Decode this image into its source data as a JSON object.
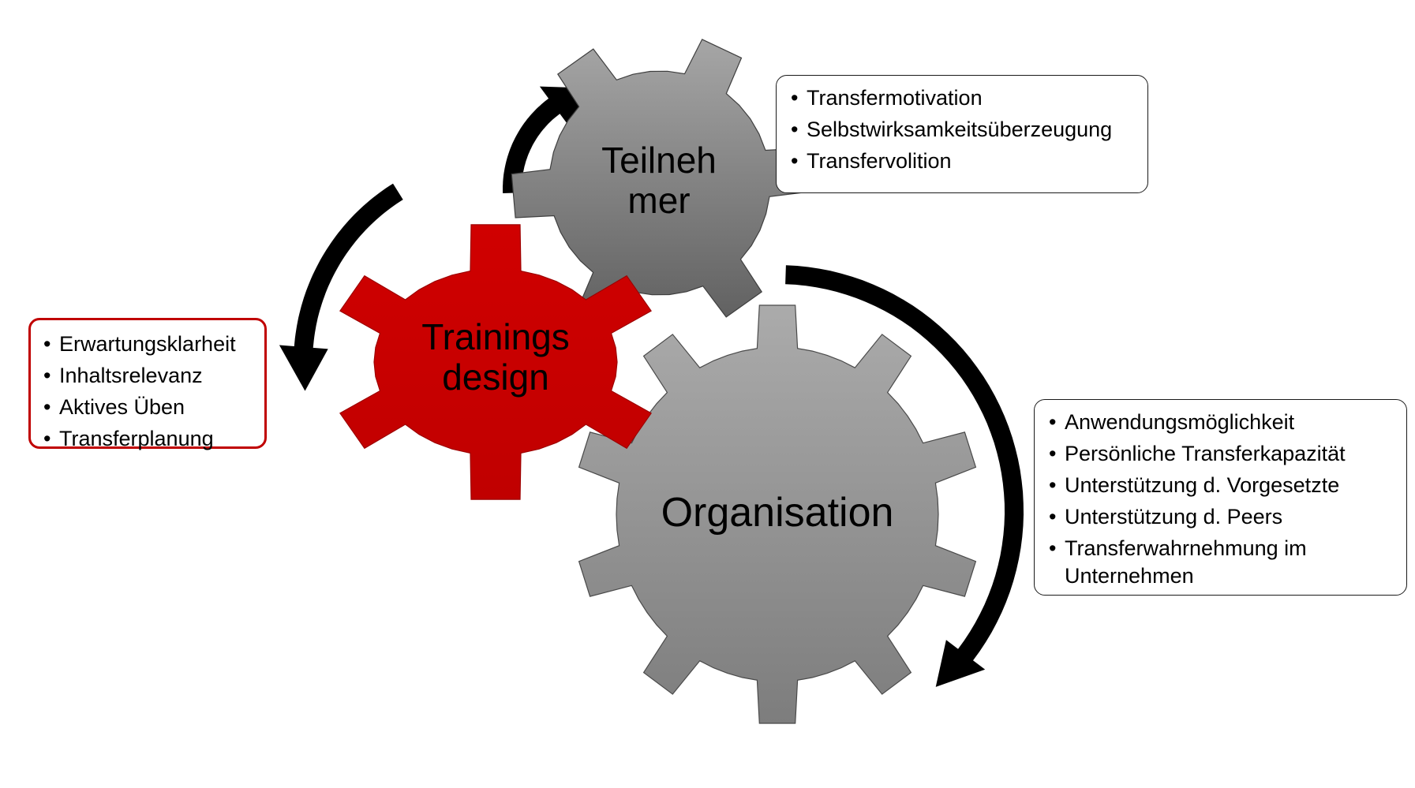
{
  "gears": {
    "trainingsdesign": {
      "label_line1": "Trainings",
      "label_line2": "design",
      "color": "#c00000"
    },
    "teilnehmer": {
      "label_line1": "Teilneh",
      "label_line2": "mer",
      "color": "#7f7f7f"
    },
    "organisation": {
      "label": "Organisation",
      "color": "#808080"
    }
  },
  "boxes": {
    "trainingsdesign": {
      "border_color": "#c00000",
      "items": [
        "Erwartungsklarheit",
        "Inhaltsrelevanz",
        "Aktives Üben",
        "Transferplanung"
      ]
    },
    "teilnehmer": {
      "border_color": "#1a1a1a",
      "items": [
        "Transfermotivation",
        "Selbstwirksamkeitsüberzeugung",
        "Transfervolition"
      ]
    },
    "organisation": {
      "border_color": "#1a1a1a",
      "items": [
        "Anwendungsmöglichkeit",
        "Persönliche Transferkapazität",
        "Unterstützung d. Vorgesetzte",
        "Unterstützung d. Peers",
        "Transferwahrnehmung im Unternehmen"
      ]
    }
  },
  "arrows": {
    "color": "#000000",
    "count": 3
  }
}
